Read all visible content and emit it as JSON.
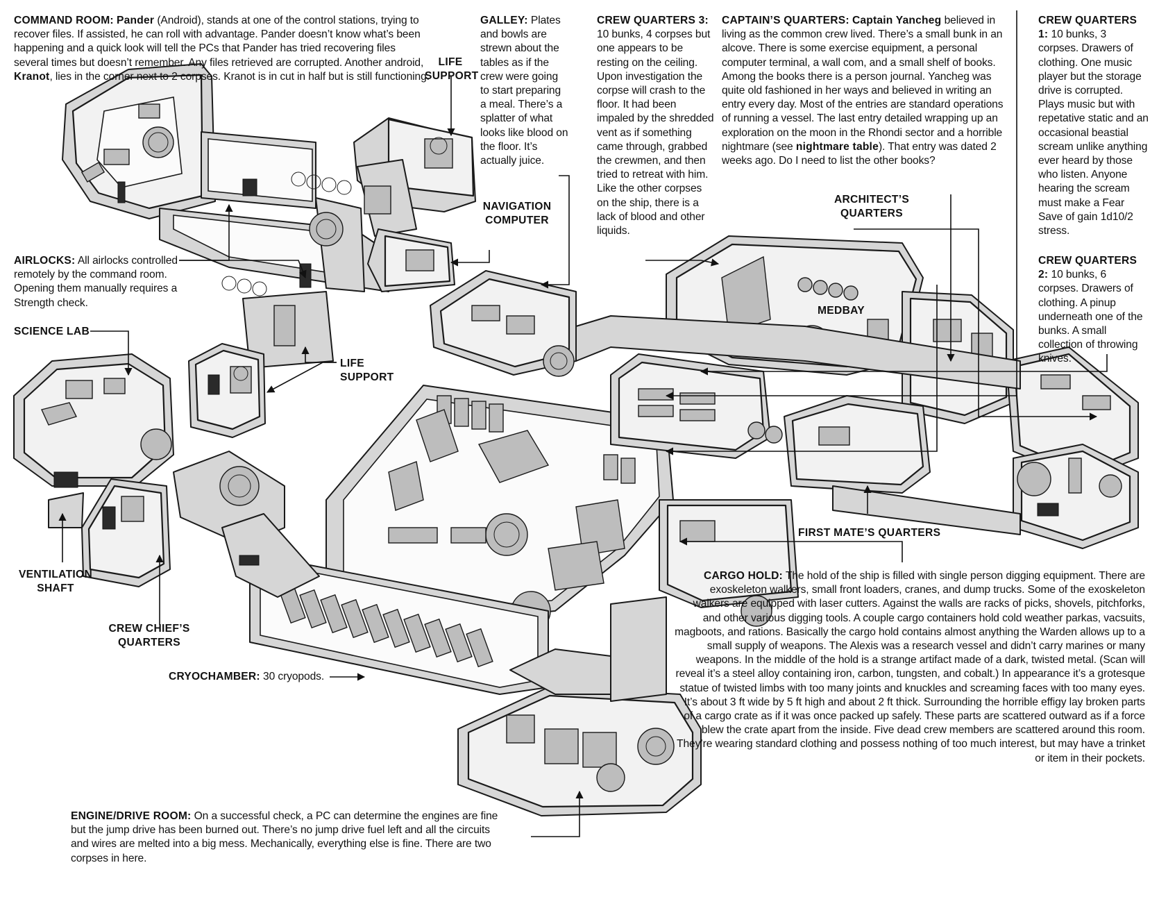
{
  "rooms": {
    "command_room": {
      "heading": "COMMAND ROOM:",
      "line1_name": "Pander",
      "line1_rest": "(Android), stands at one of the control stations, trying to recover files. If assisted, he can roll with advantage. Pander doesn’t know what’s been happening and a quick look will tell the PCs that Pander has tried recovering files several times but doesn’t remember. Any files retrieved are corrupted. Another android,",
      "name2": "Kranot",
      "rest2": ", lies in the corner next to 2 corpses. Kranot is in cut in half but is still functioning."
    },
    "galley": {
      "heading": "GALLEY:",
      "text": "Plates and bowls are strewn about the tables as if the crew were going to start preparing a meal. There’s a splatter of what looks like blood on the floor. It’s actually juice."
    },
    "crew_quarters_3": {
      "heading": "CREW QUARTERS 3:",
      "text": "10 bunks, 4 corpses but one appears to be resting on the ceiling. Upon investigation the corpse will crash to the floor. It had been impaled by the shredded vent as if something came through, grabbed the crewmen, and then tried to retreat with him. Like the other corpses on the ship, there is a lack of blood and other liquids."
    },
    "captains_quarters": {
      "heading": "CAPTAIN’S QUARTERS:",
      "name": "Captain Yancheg",
      "text1": "believed in living as the common crew lived. There’s a small bunk in an alcove. There is some exercise equipment, a personal computer terminal, a wall com, and a small shelf of books. Among the books there is a person journal. Yancheg was quite old fashioned in her ways and believed in writing an entry every day. Most of the entries are standard operations of running a vessel. The last entry detailed wrapping up an exploration on the moon in the Rhondi sector and a horrible nightmare (see",
      "table_ref": "nightmare table",
      "text2": "). That entry was dated 2 weeks ago. Do I need to list the other books?"
    },
    "crew_quarters_1": {
      "heading": "CREW QUARTERS 1:",
      "text": "10 bunks, 3 corpses. Drawers of clothing. One music player but the storage drive is corrupted. Plays music but with repetative static and an occasional beastial scream unlike anything ever heard by those who listen. Anyone hearing the scream must make a Fear Save of gain 1d10/2 stress."
    },
    "crew_quarters_2": {
      "heading": "CREW QUARTERS 2:",
      "text": "10 bunks, 6 corpses. Drawers of clothing. A pinup underneath one of the bunks. A small collection of throwing knives."
    },
    "airlocks": {
      "heading": "AIRLOCKS:",
      "text": "All airlocks controlled remotely by the command room. Opening them manually requires a Strength check."
    },
    "cryochamber": {
      "heading": "CRYOCHAMBER:",
      "text": "30 cryopods."
    },
    "cargo_hold": {
      "heading": "CARGO HOLD:",
      "text": "The hold of the ship is filled with single person digging equipment. There are exoskeleton walkers, small front loaders, cranes, and dump trucks. Some of the exoskeleton walkers are equipped with laser cutters. Against the walls are racks of picks, shovels, pitchforks, and other various digging tools. A couple cargo containers hold cold weather parkas, vacsuits, magboots, and rations. Basically the cargo hold contains almost anything the Warden allows up to a small supply of weapons. The Alexis was a research vessel and didn’t carry marines or many weapons. In the middle of the hold is a strange artifact made of a dark, twisted metal. (Scan will reveal it’s a steel alloy containing iron, carbon, tungsten, and cobalt.) In appearance it’s a grotesque statue of twisted limbs with too many joints and knuckles and screaming faces with too many eyes. It’s about 3 ft wide by 5 ft high and about 2 ft thick. Surrounding the horrible effigy lay broken parts of a cargo crate as if it was once packed up safely. These parts are scattered outward as if a force blew the crate apart from the inside. Five dead crew members are scattered around this room. They’re wearing standard clothing and possess nothing of too much interest, but may have a trinket or item in their pockets."
    },
    "engine_room": {
      "heading": "ENGINE/DRIVE ROOM:",
      "text": "On a successful check, a PC can determine the engines are fine but the jump drive has been burned out. There’s no jump drive fuel left and all the circuits and wires are melted into a big mess. Mechanically, everything else is fine. There are two corpses in here."
    }
  },
  "labels": {
    "life_support_top_1": "LIFE",
    "life_support_top_2": "SUPPORT",
    "life_support_mid_1": "LIFE",
    "life_support_mid_2": "SUPPORT",
    "navigation_1": "NAVIGATION",
    "navigation_2": "COMPUTER",
    "architects_1": "ARCHITECT’S",
    "architects_2": "QUARTERS",
    "medbay": "MEDBAY",
    "science_lab": "SCIENCE LAB",
    "ventilation_1": "VENTILATION",
    "ventilation_2": "SHAFT",
    "crew_chief_1": "CREW CHIEF’S",
    "crew_chief_2": "QUARTERS",
    "first_mates": "FIRST MATE’S QUARTERS"
  }
}
